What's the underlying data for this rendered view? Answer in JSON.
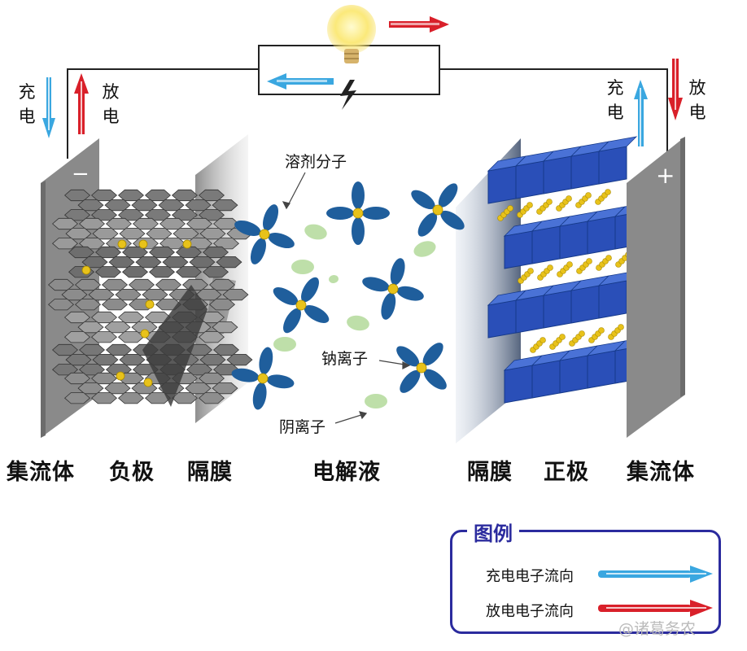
{
  "bottom_labels": {
    "left_collector": "集流体",
    "negative": "负极",
    "left_separator": "隔膜",
    "electrolyte": "电解液",
    "right_separator": "隔膜",
    "positive": "正极",
    "right_collector": "集流体"
  },
  "callouts": {
    "solvent": "溶剂分子",
    "sodium_ion": "钠离子",
    "anion": "阴离子"
  },
  "left_terminal": {
    "charge": "充电",
    "discharge": "放电",
    "sign": "−"
  },
  "right_terminal": {
    "charge": "充电",
    "discharge": "放电",
    "sign": "+"
  },
  "legend": {
    "title": "图例",
    "charge_flow": "充电电子流向",
    "discharge_flow": "放电电子流向"
  },
  "watermark": "@诸葛务农",
  "colors": {
    "charge_arrow": "#3aa7e0",
    "discharge_arrow": "#d9202a",
    "sodium_ion": "#e8c21a",
    "solvent_petal": "#1f5e9c",
    "anion": "#b7dca0",
    "cathode_block": "#2a4fb8",
    "collector": "#8a8a8a",
    "legend_border": "#2b2b9e"
  },
  "icons": [
    "lightbulb-icon",
    "lightning-icon"
  ]
}
